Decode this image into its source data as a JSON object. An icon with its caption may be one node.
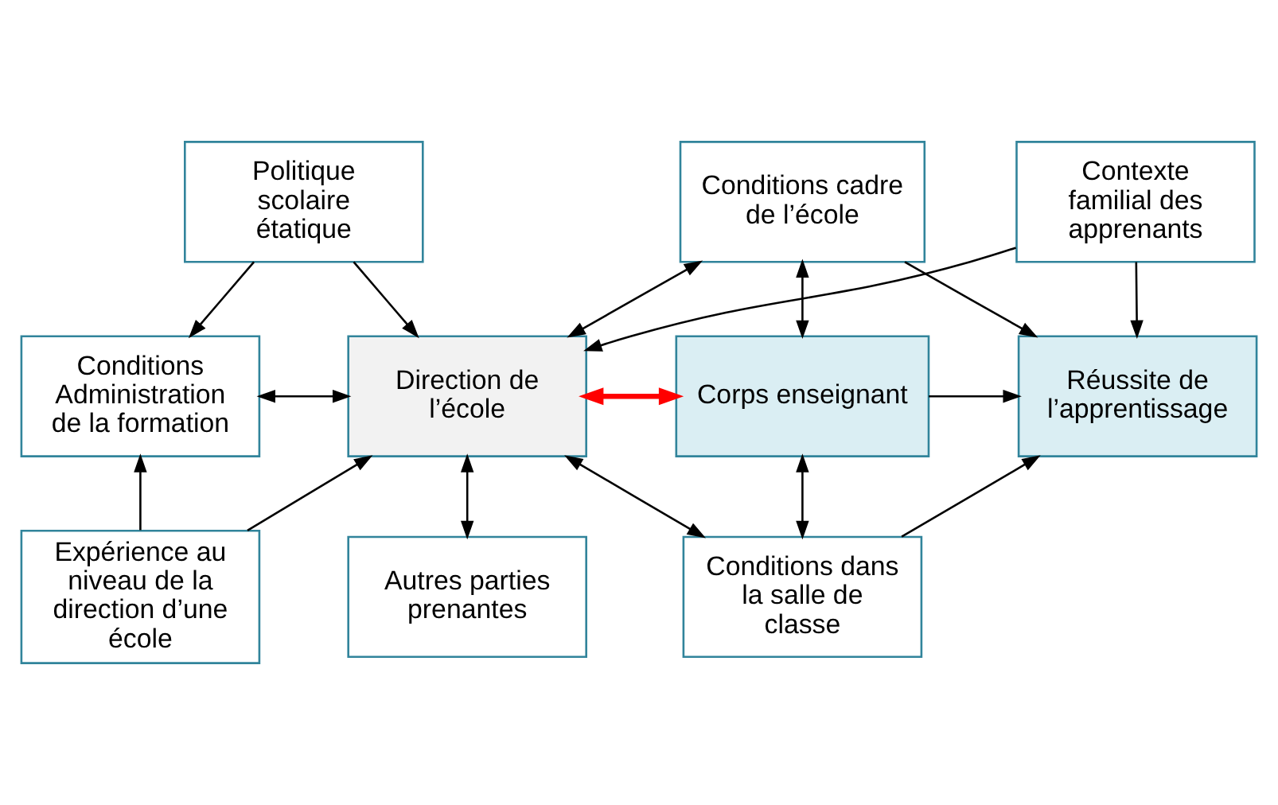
{
  "diagram": {
    "nodes": [
      {
        "text": [
          "Politique scolaire étatique"
        ]
      },
      {
        "text": [
          "Contexte familial des apprenants"
        ]
      },
      {
        "text": [
          "Conditions cadre de l’école"
        ]
      },
      {
        "text": [
          "Conditions Administration de la formation"
        ]
      },
      {
        "text": [
          "Direction de l’école"
        ]
      },
      {
        "text": [
          "Corps enseignant"
        ]
      },
      {
        "text": [
          "Réussite de l’apprentissage"
        ]
      },
      {
        "text": [
          "Conditions dans la salle de classe"
        ]
      },
      {
        "text": [
          "Expérience au niveau de la direction d’une école"
        ]
      },
      {
        "text": [
          "Autres parties prenantes"
        ]
      }
    ],
    "edges": [
      {
        "from": 0,
        "to": 3,
        "arrow": "to"
      },
      {
        "from": 0,
        "to": 4,
        "arrow": "to"
      },
      {
        "from": 1,
        "to": 4,
        "arrow": "to"
      },
      {
        "from": 1,
        "to": 6,
        "arrow": "to"
      },
      {
        "from": 4,
        "to": 2,
        "arrow": "both"
      },
      {
        "from": 2,
        "to": 5,
        "arrow": "both"
      },
      {
        "from": 2,
        "to": 6,
        "arrow": "to"
      },
      {
        "from": 3,
        "to": 4,
        "arrow": "both"
      },
      {
        "from": 4,
        "to": 5,
        "arrow": "both",
        "style": "thick",
        "color": "#ff0000"
      },
      {
        "from": 5,
        "to": 6,
        "arrow": "to"
      },
      {
        "from": 5,
        "to": 7,
        "arrow": "both"
      },
      {
        "from": 4,
        "to": 7,
        "arrow": "both"
      },
      {
        "from": 7,
        "to": 6,
        "arrow": "to"
      },
      {
        "from": 8,
        "to": 3,
        "arrow": "to"
      },
      {
        "from": 8,
        "to": 4,
        "arrow": "to"
      },
      {
        "from": 4,
        "to": 9,
        "arrow": "both"
      }
    ]
  }
}
